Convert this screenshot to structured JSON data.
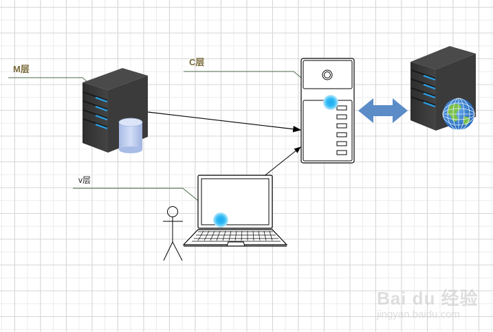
{
  "labels": {
    "m_layer": "M层",
    "c_layer": "C层",
    "v_layer": "v层"
  },
  "nodes": {
    "model_server": "database-server",
    "controller": "tower-pc",
    "view_client": "laptop",
    "user": "stick-figure",
    "web_server": "web-server"
  },
  "connectors": [
    {
      "from": "model_server",
      "to": "controller",
      "type": "arrow"
    },
    {
      "from": "view_client",
      "to": "controller",
      "type": "arrow"
    },
    {
      "from": "controller",
      "to": "web_server",
      "type": "double-arrow"
    }
  ],
  "colors": {
    "label_text": "#7a6a3a",
    "callout_line": "#4a6a4a",
    "double_arrow": "#5b8cc8",
    "server_body": "#3a3a3a",
    "server_led": "#2a9ce0",
    "database": "#b8c8ec"
  },
  "watermark": {
    "brand": "Bai du 经验",
    "url": "jingyan.baidu.com"
  }
}
